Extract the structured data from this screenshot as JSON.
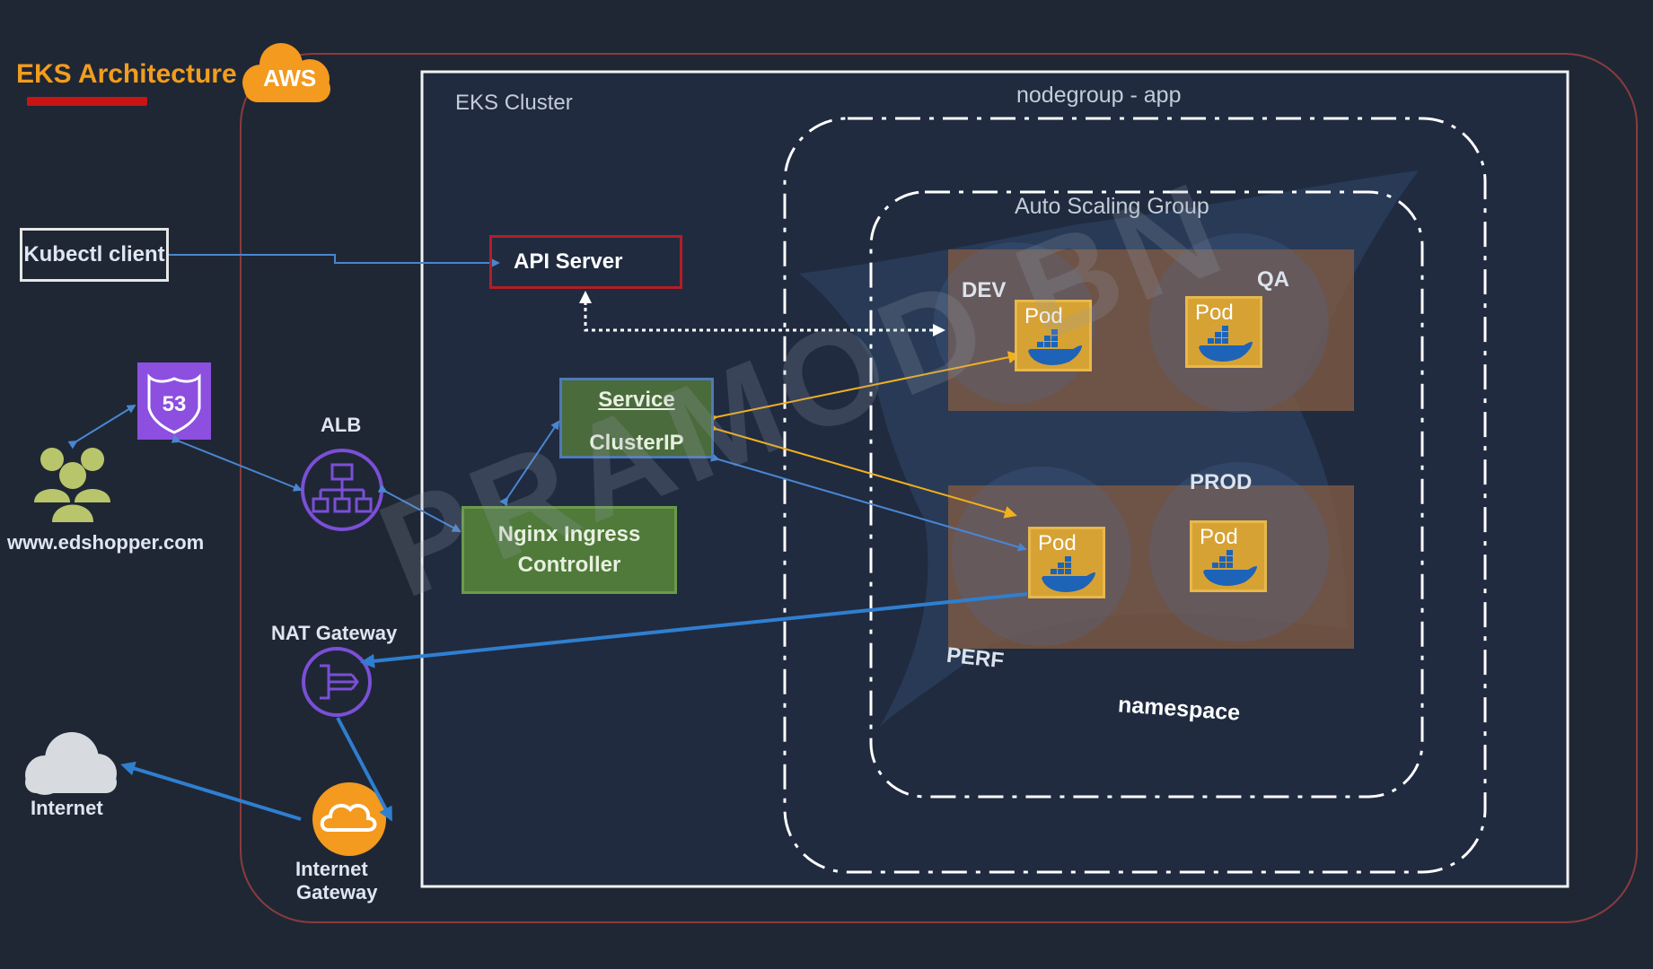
{
  "title": "EKS  Architecture",
  "aws_badge": "AWS",
  "cluster": {
    "label": "EKS Cluster",
    "nodegroup_label": "nodegroup - app",
    "asg_label": "Auto Scaling Group",
    "namespace_label": "namespace",
    "api_server": "API Server",
    "service": {
      "line1": "Service",
      "line2": "ClusterIP"
    },
    "ingress": {
      "line1": "Nginx Ingress",
      "line2": "Controller"
    },
    "environments": {
      "dev": "DEV",
      "qa": "QA",
      "prod": "PROD",
      "perf": "PERF"
    },
    "pod_label": "Pod"
  },
  "external": {
    "kubectl": "Kubectl client",
    "route53": "53",
    "users_label": "www.edshopper.com",
    "alb": "ALB",
    "nat": "NAT Gateway",
    "internet": "Internet",
    "igw_line1": "Internet",
    "igw_line2": "Gateway"
  },
  "watermark": "PRAMOD BN",
  "colors": {
    "background": "#1f2735",
    "title": "#f29d1e",
    "aws_orange": "#f39a1f",
    "api_border": "#b31e26",
    "service_fill": "#4a6b3c",
    "ingress_fill": "#4f7a3a",
    "pod_fill": "#d6a234",
    "env_fill": "#7a5844",
    "arrow_blue": "#2f7fd0",
    "arrow_yellow": "#f2b01e",
    "purple_icon": "#7b4fd6"
  },
  "icons": [
    "route53-icon",
    "users-icon",
    "alb-icon",
    "nat-gateway-icon",
    "internet-cloud-icon",
    "internet-gateway-icon",
    "docker-whale-icon"
  ]
}
